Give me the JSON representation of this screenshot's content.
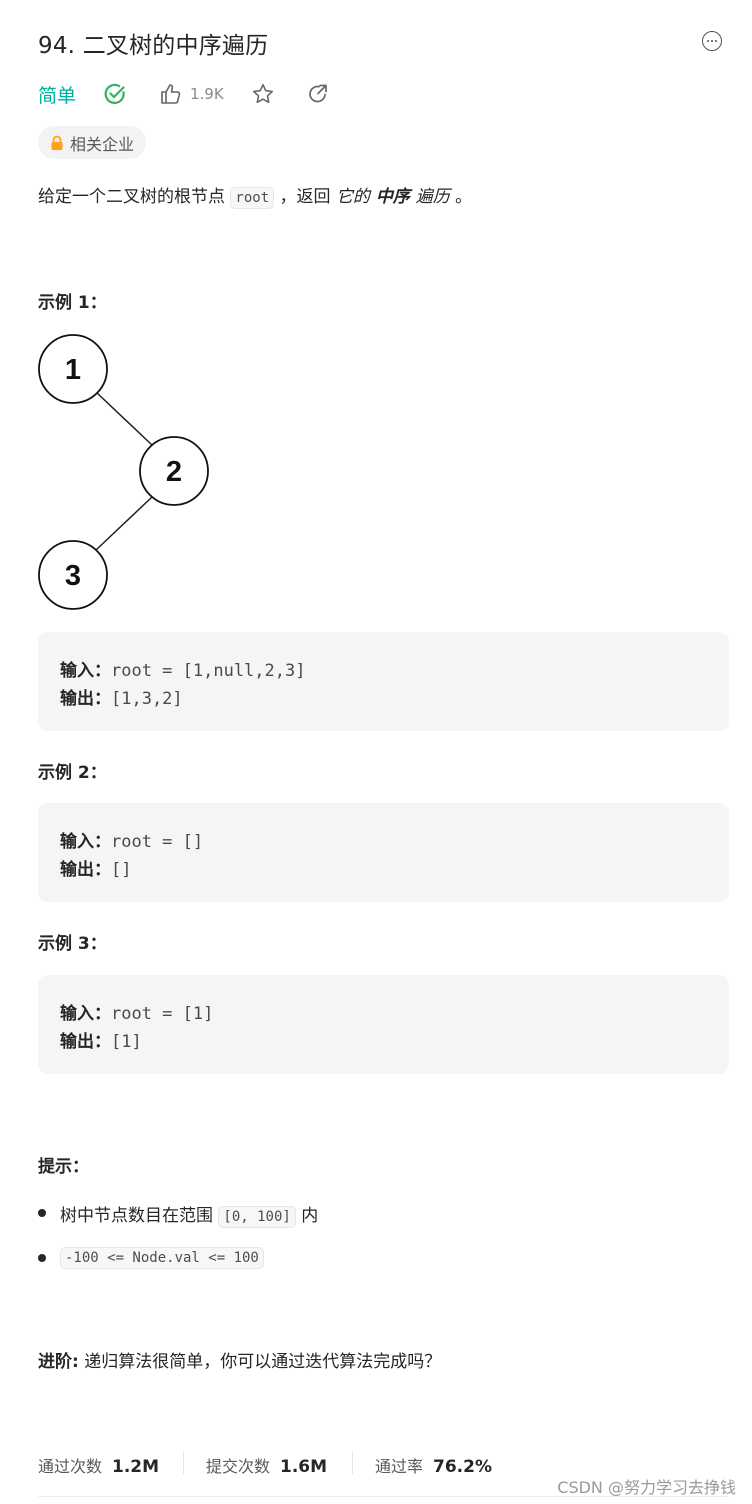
{
  "header": {
    "title": "94. 二叉树的中序遍历",
    "more_icon": "ellipsis-circle-icon"
  },
  "meta": {
    "difficulty": "简单",
    "difficulty_color": "#00af9b",
    "solved_icon": "check-circle-icon",
    "likes": "1.9K",
    "like_icon": "thumbs-up-icon",
    "star_icon": "star-icon",
    "share_icon": "share-icon"
  },
  "tag": {
    "label": "相关企业",
    "icon": "lock-icon"
  },
  "description": {
    "part1": "给定一个二叉树的根节点 ",
    "code": "root",
    "part2": " ，返回 ",
    "em1": "它的",
    "strong": " 中序 ",
    "em2": "遍历",
    "part3": " 。"
  },
  "examples": [
    {
      "heading": "示例 1：",
      "tree": {
        "nodes": [
          "1",
          "2",
          "3"
        ]
      },
      "input_label": "输入：",
      "input_value": "root = [1,null,2,3]",
      "output_label": "输出：",
      "output_value": "[1,3,2]"
    },
    {
      "heading": "示例 2：",
      "input_label": "输入：",
      "input_value": "root = []",
      "output_label": "输出：",
      "output_value": "[]"
    },
    {
      "heading": "示例 3：",
      "input_label": "输入：",
      "input_value": "root = [1]",
      "output_label": "输出：",
      "output_value": "[1]"
    }
  ],
  "hints": {
    "heading": "提示：",
    "items": [
      {
        "text_before": "树中节点数目在范围 ",
        "code": "[0, 100]",
        "text_after": " 内"
      },
      {
        "text_before": "",
        "code": "-100 <= Node.val <= 100",
        "text_after": ""
      }
    ]
  },
  "followup": {
    "label": "进阶:",
    "text": " 递归算法很简单，你可以通过迭代算法完成吗？"
  },
  "stats": [
    {
      "label": "通过次数",
      "value": "1.2M"
    },
    {
      "label": "提交次数",
      "value": "1.6M"
    },
    {
      "label": "通过率",
      "value": "76.2%"
    }
  ],
  "watermark": "CSDN @努力学习去挣钱"
}
